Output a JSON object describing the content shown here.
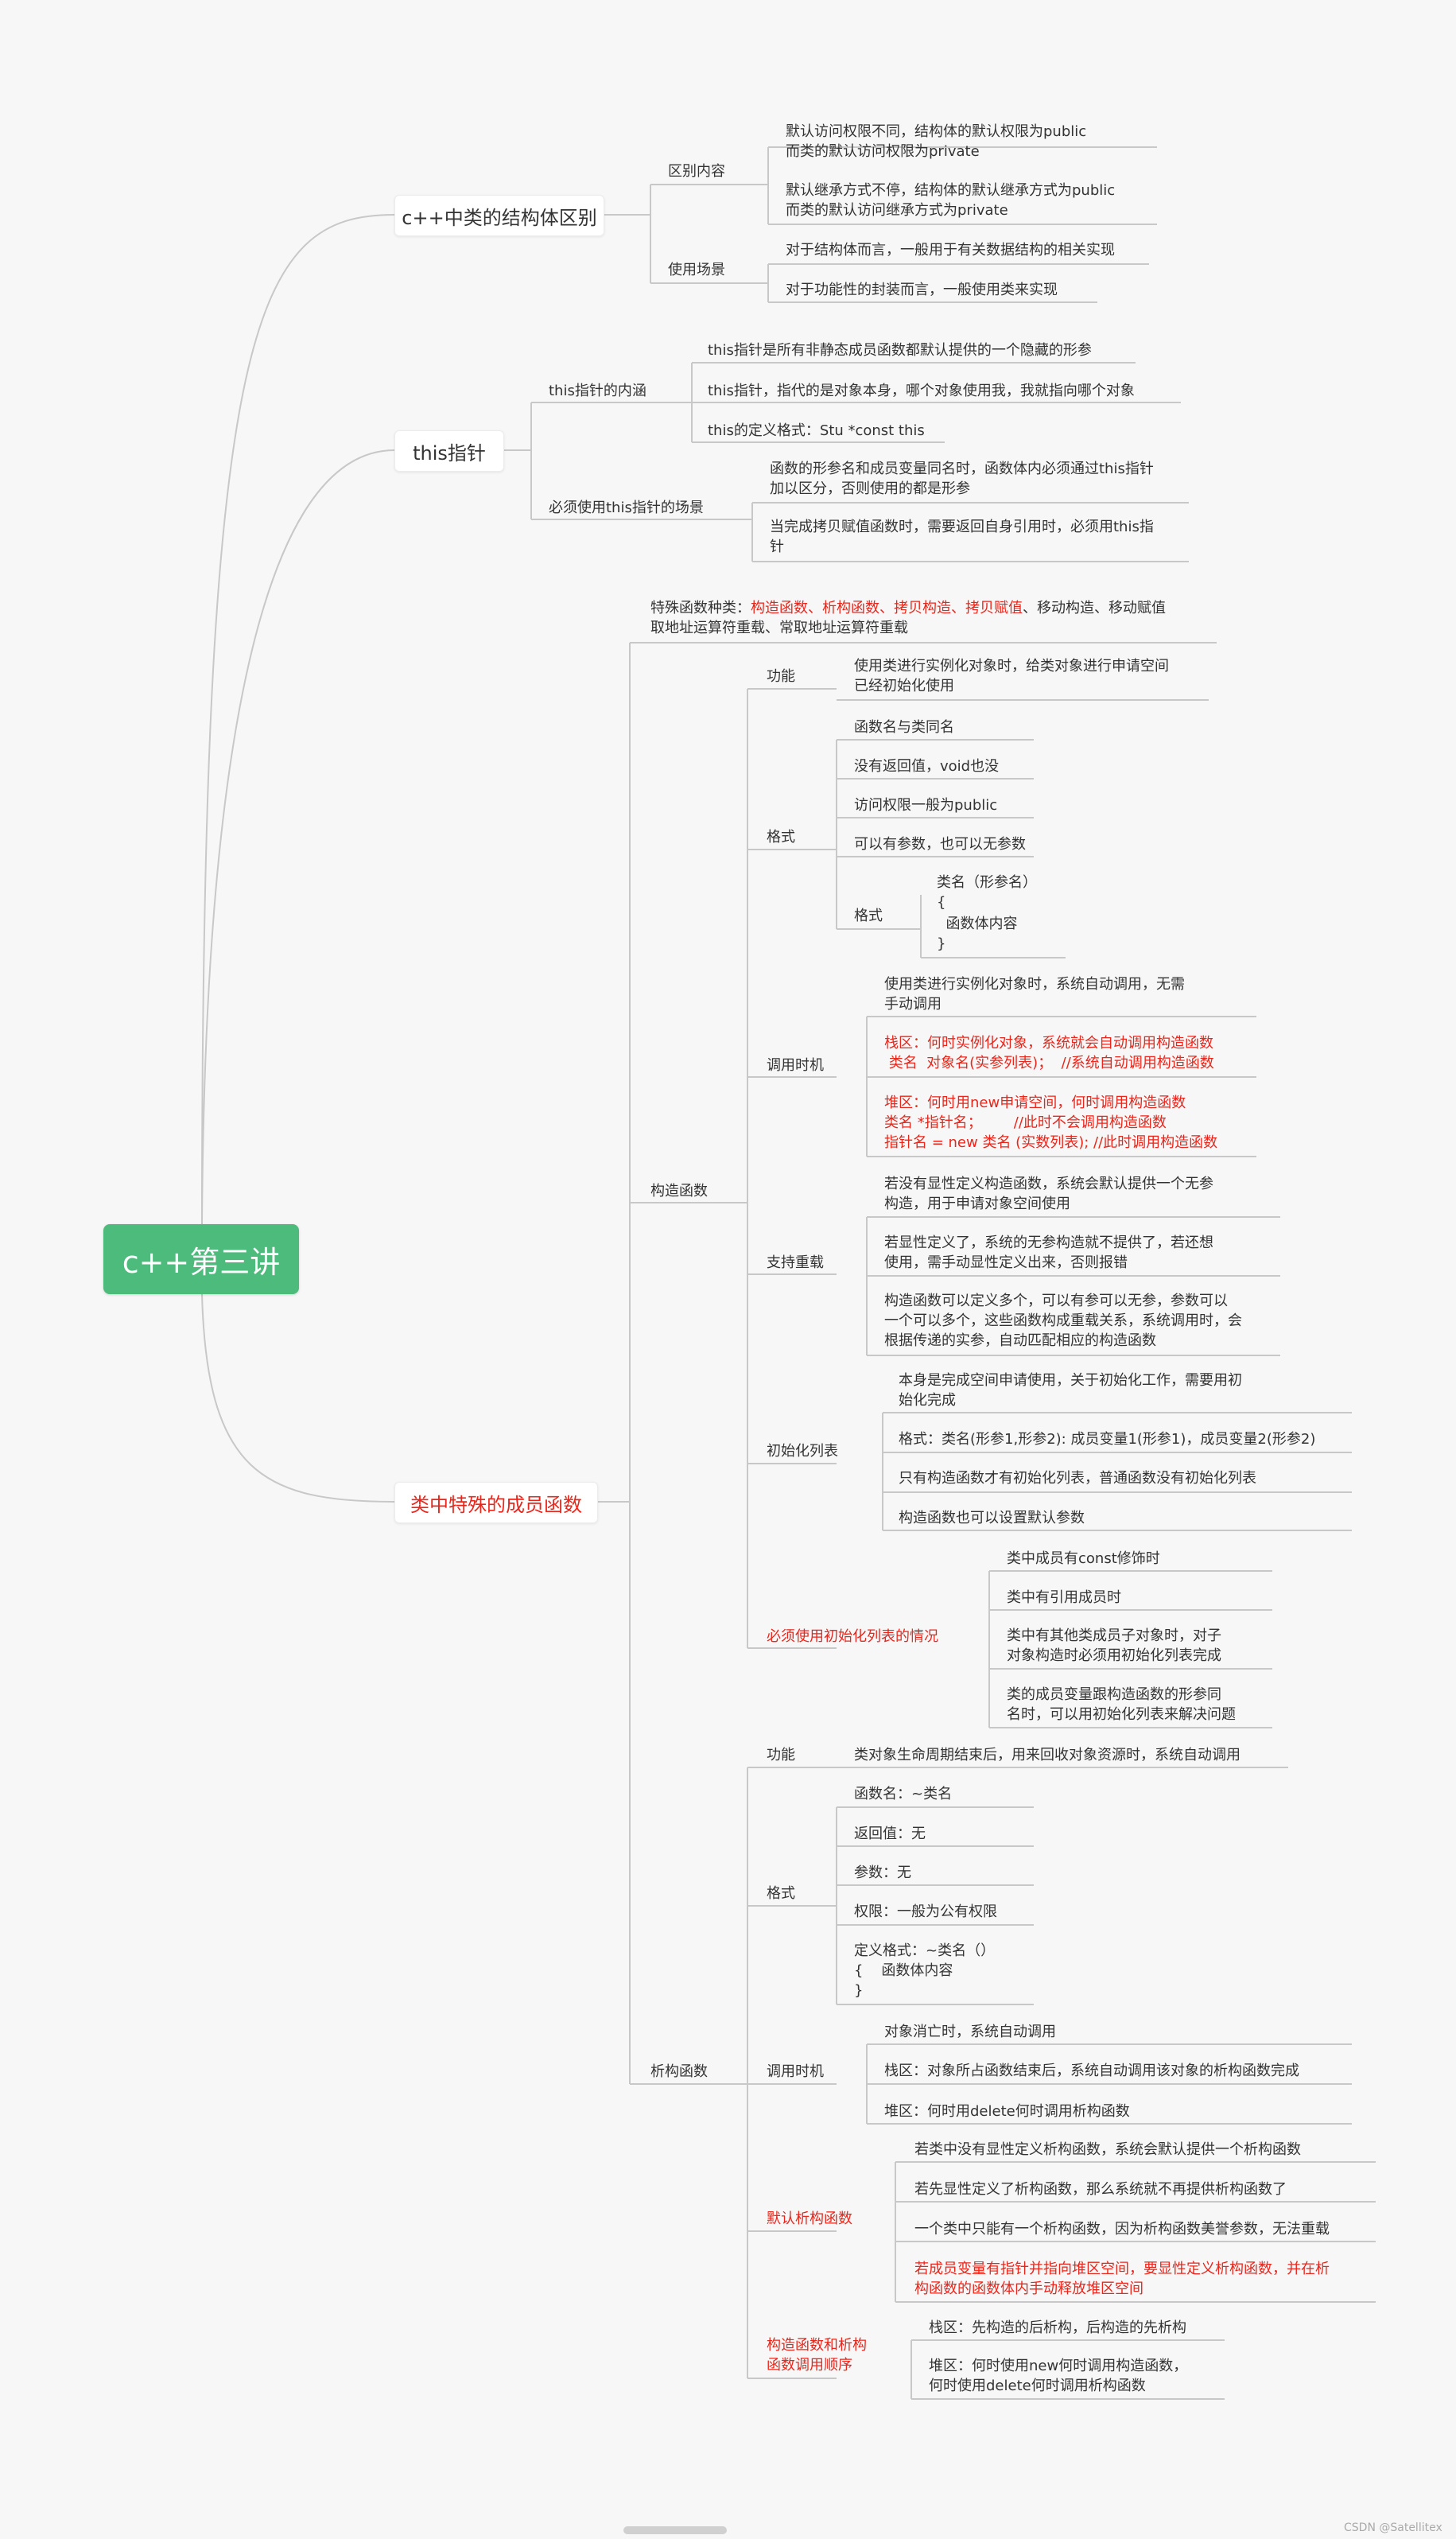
{
  "root": "c++第三讲",
  "topics": {
    "struct_vs_class": "c++中类的结构体区别",
    "this_ptr": "this指针",
    "special_members": "类中特殊的成员函数"
  },
  "nodes": {
    "diff": "区别内容",
    "diff1a": "默认访问权限不同，结构体的默认权限为public",
    "diff1b": "而类的默认访问权限为private",
    "diff2a": "默认继承方式不停，结构体的默认继承方式为public",
    "diff2b": "而类的默认访问继承方式为private",
    "usage": "使用场景",
    "usage1": "对于结构体而言，一般用于有关数据结构的相关实现",
    "usage2": "对于功能性的封装而言，一般使用类来实现",
    "this_meaning": "this指针的内涵",
    "this1": "this指针是所有非静态成员函数都默认提供的一个隐藏的形参",
    "this2": "this指针，指代的是对象本身，哪个对象使用我，我就指向哪个对象",
    "this3": "this的定义格式：Stu *const this",
    "this_must": "必须使用this指针的场景",
    "this_must1a": "函数的形参名和成员变量同名时，函数体内必须通过this指针",
    "this_must1b": "加以区分，否则使用的都是形参",
    "this_must2a": "当完成拷贝赋值函数时，需要返回自身引用时，必须用this指",
    "this_must2b": "针",
    "kinds_prefix": "特殊函数种类：",
    "kinds_red": "构造函数、析构函数、拷贝构造、拷贝赋值",
    "kinds_rest": "、移动构造、移动赋值",
    "kinds_line2": "取地址运算符重载、常取地址运算符重载",
    "ctor": "构造函数",
    "ctor_func": "功能",
    "ctor_func_a": "使用类进行实例化对象时，给类对象进行申请空间",
    "ctor_func_b": "已经初始化使用",
    "ctor_fmt": "格式",
    "ctor_fmt1": "函数名与类同名",
    "ctor_fmt2": "没有返回值，void也没",
    "ctor_fmt3": "访问权限一般为public",
    "ctor_fmt4": "可以有参数，也可以无参数",
    "ctor_fmt5": "格式",
    "ctor_fmt5a": "类名（形参名）",
    "ctor_fmt5b": "{",
    "ctor_fmt5c": "  函数体内容",
    "ctor_fmt5d": "}",
    "ctor_call": "调用时机",
    "ctor_call1a": "使用类进行实例化对象时，系统自动调用，无需",
    "ctor_call1b": "手动调用",
    "ctor_call2a": "栈区：何时实例化对象，系统就会自动调用构造函数",
    "ctor_call2b": " 类名  对象名(实参列表)；  //系统自动调用构造函数",
    "ctor_call3a": "堆区：何时用new申请空间，何时调用构造函数",
    "ctor_call3b": "类名 *指针名；       //此时不会调用构造函数",
    "ctor_call3c": "指针名 = new 类名 (实数列表); //此时调用构造函数",
    "ctor_ovl": "支持重载",
    "ctor_ovl1a": "若没有显性定义构造函数，系统会默认提供一个无参",
    "ctor_ovl1b": "构造，用于申请对象空间使用",
    "ctor_ovl2a": "若显性定义了，系统的无参构造就不提供了，若还想",
    "ctor_ovl2b": "使用，需手动显性定义出来，否则报错",
    "ctor_ovl3a": "构造函数可以定义多个，可以有参可以无参，参数可以",
    "ctor_ovl3b": "一个可以多个，这些函数构成重载关系，系统调用时，会",
    "ctor_ovl3c": "根据传递的实参，自动匹配相应的构造函数",
    "ctor_init": "初始化列表",
    "ctor_init1a": "本身是完成空间申请使用，关于初始化工作，需要用初",
    "ctor_init1b": "始化完成",
    "ctor_init2": "格式：类名(形参1,形参2): 成员变量1(形参1)，成员变量2(形参2)",
    "ctor_init3": "只有构造函数才有初始化列表，普通函数没有初始化列表",
    "ctor_init4": "构造函数也可以设置默认参数",
    "ctor_must": "必须使用初始化列表的情况",
    "ctor_must1": "类中成员有const修饰时",
    "ctor_must2": "类中有引用成员时",
    "ctor_must3a": "类中有其他类成员子对象时，对子",
    "ctor_must3b": "对象构造时必须用初始化列表完成",
    "ctor_must4a": "类的成员变量跟构造函数的形参同",
    "ctor_must4b": "名时，可以用初始化列表来解决问题",
    "dtor": "析构函数",
    "dtor_func": "功能",
    "dtor_func1": "类对象生命周期结束后，用来回收对象资源时，系统自动调用",
    "dtor_fmt": "格式",
    "dtor_fmt1": "函数名：~类名",
    "dtor_fmt2": "返回值：无",
    "dtor_fmt3": "参数：无",
    "dtor_fmt4": "权限：一般为公有权限",
    "dtor_fmt5a": "定义格式：~类名（）",
    "dtor_fmt5b": "{    函数体内容",
    "dtor_fmt5c": "}",
    "dtor_call": "调用时机",
    "dtor_call1": "对象消亡时，系统自动调用",
    "dtor_call2": "栈区：对象所占函数结束后，系统自动调用该对象的析构函数完成",
    "dtor_call3": "堆区：何时用delete何时调用析构函数",
    "dtor_def": "默认析构函数",
    "dtor_def1": "若类中没有显性定义析构函数，系统会默认提供一个析构函数",
    "dtor_def2": "若先显性定义了析构函数，那么系统就不再提供析构函数了",
    "dtor_def3": "一个类中只能有一个析构函数，因为析构函数美誉参数，无法重载",
    "dtor_def4a": "若成员变量有指针并指向堆区空间，要显性定义析构函数，并在析",
    "dtor_def4b": "构函数的函数体内手动释放堆区空间",
    "dtor_order_a": "构造函数和析构",
    "dtor_order_b": "函数调用顺序",
    "dtor_order1": "栈区：先构造的后析构，后构造的先析构",
    "dtor_order2a": "堆区：何时使用new何时调用构造函数，",
    "dtor_order2b": "何时使用delete何时调用析构函数"
  },
  "watermark": "CSDN @Satellitex",
  "colors": {
    "root": "#4dbb7c",
    "line": "#c8c8c8",
    "red": "#e8261b",
    "background": "#f7f7f7"
  }
}
